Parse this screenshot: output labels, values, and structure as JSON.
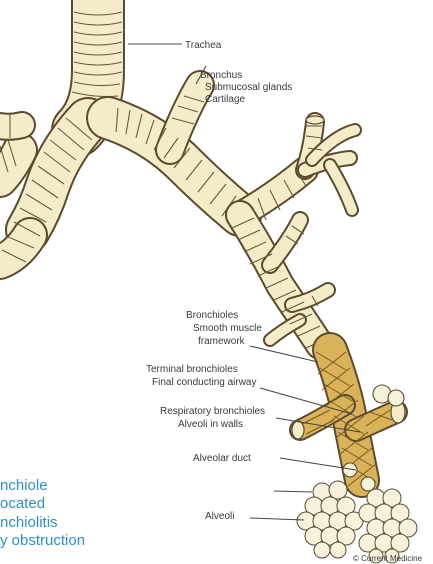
{
  "labels": {
    "trachea": "Trachea",
    "bronchus": "Bronchus",
    "submucosal_glands": "Submucosal glands",
    "cartilage": "Cartilage",
    "bronchioles": "Bronchioles",
    "smooth_muscle": "Smooth muscle",
    "framework": "framework",
    "terminal_bronchioles": "Terminal bronchioles",
    "final_conducting_airway": "Final conducting airway",
    "respiratory_bronchioles": "Respiratory bronchioles",
    "alveoli_in_walls": "Alveoli in walls",
    "alveolar_duct": "Alveolar duct",
    "alveoli": "Alveoli",
    "copyright": "© Current Medicine"
  },
  "side_text": {
    "line1": "nchiole",
    "line2": "ocated",
    "line3": "nchiolitis",
    "line4": "y obstruction"
  },
  "colors": {
    "cartilage_fill": "#f4ecc8",
    "outline": "#5b4a2e",
    "muscle": "#d9b25a",
    "alveoli_fill": "#f7f2dc",
    "side_text": "#2f8fcf"
  }
}
